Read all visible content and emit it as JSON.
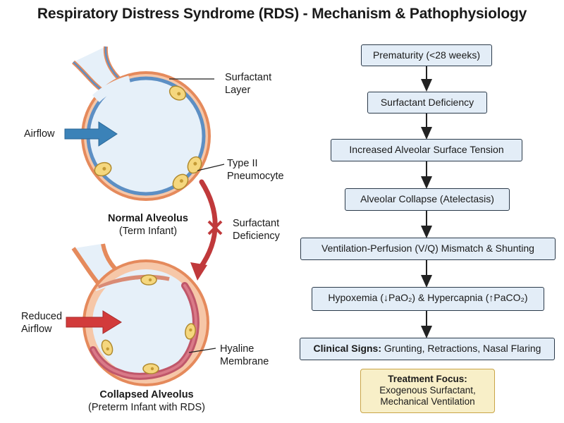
{
  "title": "Respiratory Distress Syndrome (RDS) - Mechanism & Pathophysiology",
  "left": {
    "surfactant_layer": [
      "Surfactant",
      "Layer"
    ],
    "airflow": "Airflow",
    "type2": [
      "Type II",
      "Pneumocyte"
    ],
    "normal_caption": [
      "Normal Alveolus",
      "(Term Infant)"
    ],
    "deficiency": [
      "Surfactant",
      "Deficiency"
    ],
    "reduced_airflow": [
      "Reduced",
      "Airflow"
    ],
    "hyaline": [
      "Hyaline",
      "Membrane"
    ],
    "collapsed_caption": [
      "Collapsed Alveolus",
      "(Preterm Infant with RDS)"
    ]
  },
  "flow": [
    "Prematurity (<28 weeks)",
    "Surfactant Deficiency",
    "Increased Alveolar Surface Tension",
    "Alveolar Collapse (Atelectasis)",
    "Ventilation-Perfusion (V/Q) Mismatch & Shunting",
    "Hypoxemia (↓PaO₂) & Hypercapnia (↑PaCO₂)"
  ],
  "clinical": {
    "label": "Clinical Signs:",
    "text": " Grunting, Retractions, Nasal Flaring"
  },
  "treatment": {
    "heading": "Treatment Focus:",
    "lines": [
      "Exogenous Surfactant,",
      "Mechanical Ventilation"
    ]
  },
  "colors": {
    "box_fill": "#e3edf7",
    "box_border": "#2b3a4a",
    "treatment_fill": "#f8efc8",
    "treatment_border": "#c9a548",
    "wall_outer": "#e58a5c",
    "wall_inner": "#f6c7a8",
    "surfactant": "#5d8fc4",
    "lumen": "#e6f0f9",
    "airflow_blue": "#3b82b8",
    "airflow_red": "#d23b3b",
    "membrane": "#c0576a"
  }
}
